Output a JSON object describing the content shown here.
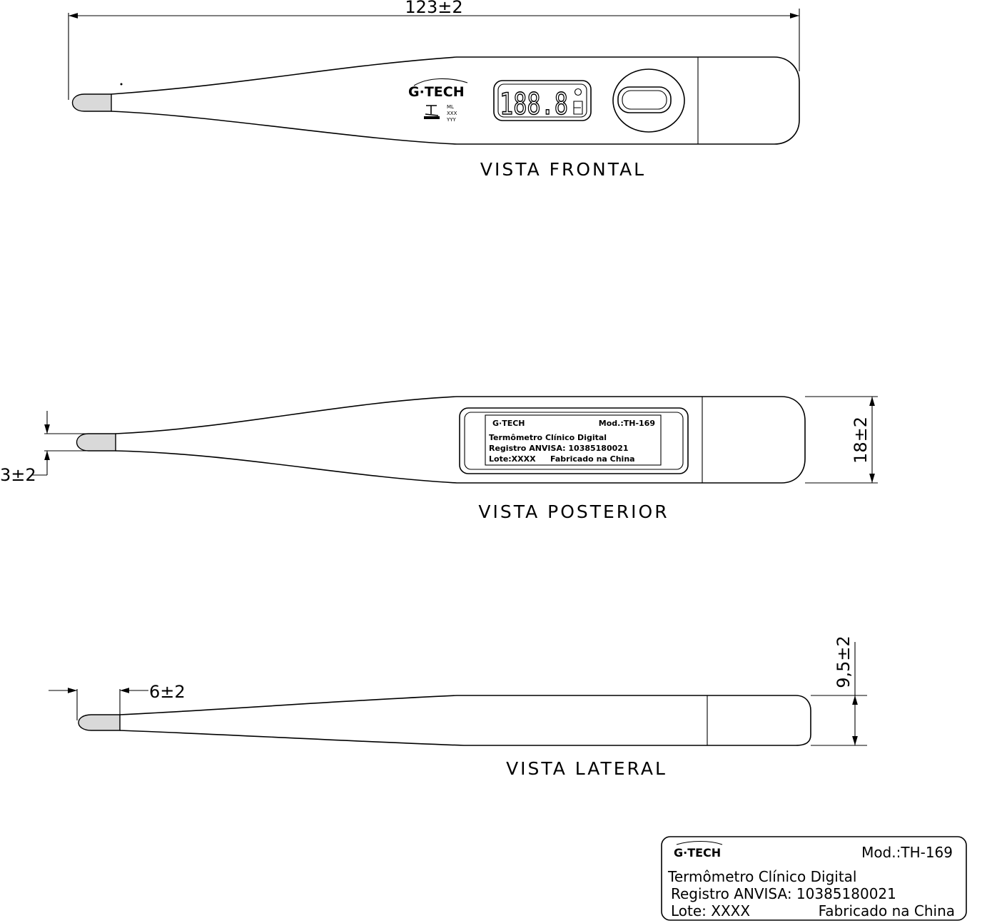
{
  "dimensions": {
    "total_length": "123±2",
    "tip_diameter": "3±2",
    "body_width": "18±2",
    "tip_length": "6±2",
    "body_thickness": "9,5±2"
  },
  "views": {
    "front": "VISTA FRONTAL",
    "rear": "VISTA POSTERIOR",
    "side": "VISTA LATERAL"
  },
  "front_face": {
    "brand": "G·TECH",
    "display_digits": "188.8",
    "marking_lines": [
      "ML",
      "XXX",
      "YYY"
    ]
  },
  "label": {
    "brand": "G·TECH",
    "model": "Mod.:TH-169",
    "product": "Termômetro Clínico Digital",
    "registration": "Registro ANVISA: 10385180021",
    "lot": "Lote: XXXX",
    "origin": "Fabricado na China"
  },
  "rear_label_compact": {
    "brand": "G·TECH",
    "model": "Mod.:TH-169",
    "product": "Termômetro Clínico Digital",
    "registration": "Registro ANVISA: 10385180021",
    "lot": "Lote:XXXX",
    "origin": "Fabricado na China"
  },
  "colors": {
    "line": "#000000",
    "tip_fill": "#d9d9d9",
    "background": "#ffffff"
  }
}
